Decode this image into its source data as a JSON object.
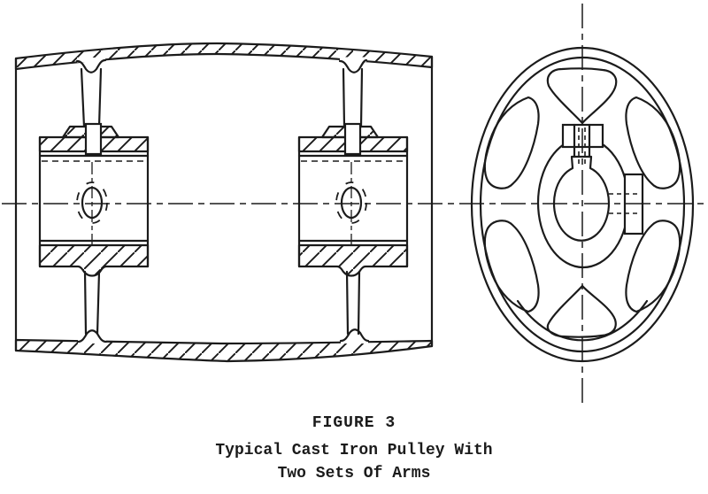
{
  "figure": {
    "label": "FIGURE 3",
    "caption_line1": "Typical Cast Iron Pulley With",
    "caption_line2": "Two Sets Of Arms"
  },
  "drawing": {
    "colors": {
      "ink": "#1b1b1b",
      "paper": "#ffffff"
    },
    "views": [
      {
        "id": "side-section-view"
      },
      {
        "id": "end-view"
      }
    ]
  }
}
